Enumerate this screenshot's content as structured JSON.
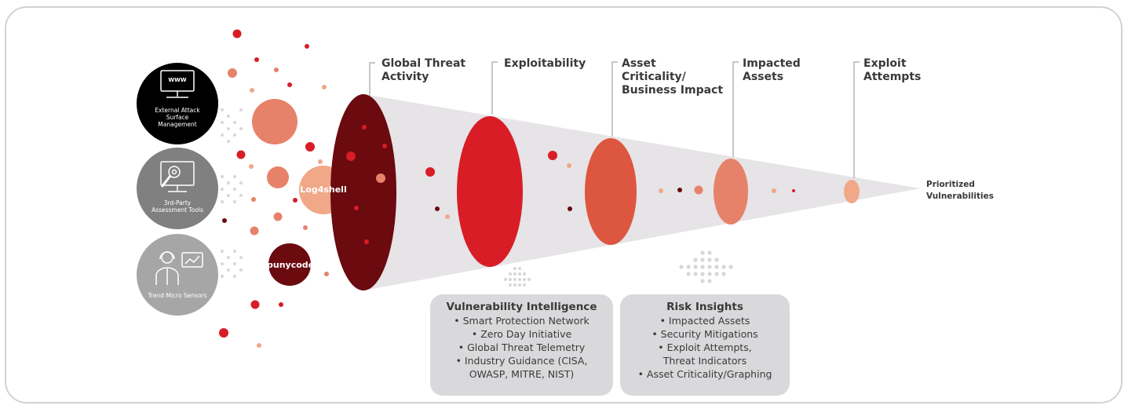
{
  "sources": [
    {
      "label": "External Attack Surface Management",
      "icon": "monitor-www-icon",
      "screen_text": "WWW"
    },
    {
      "label": "3rd-Party Assessment Tools",
      "icon": "biohazard-scan-monitor-icon"
    },
    {
      "label": "Trend Micro Sensors",
      "icon": "analyst-headset-chart-icon"
    }
  ],
  "bubbles": {
    "log4shell": "Log4shell",
    "punycode": "punycode"
  },
  "stages": [
    {
      "label": "Global Threat Activity"
    },
    {
      "label": "Exploitability"
    },
    {
      "label": "Asset Criticality/ Business Impact"
    },
    {
      "label": "Impacted Assets"
    },
    {
      "label": "Exploit Attempts"
    }
  ],
  "result": "Prioritized Vulnerabilities",
  "intel_box": {
    "title": "Vulnerability Intelligence",
    "items": [
      "Smart Protection Network",
      "Zero Day Initiative",
      "Global Threat Telemetry",
      "Industry Guidance (CISA, OWASP, MITRE, NIST)"
    ]
  },
  "risk_box": {
    "title": "Risk Insights",
    "items": [
      "Impacted Assets",
      "Security Mitigations",
      "Exploit Attempts, Threat Indicators",
      "Asset Criticality/Graphing"
    ]
  },
  "colors": {
    "dark_red": "#6b0a0f",
    "red": "#d81d27",
    "orange_red": "#dd5640",
    "salmon": "#e7826a",
    "peach": "#f0a888",
    "funnel": "#e6e4e6",
    "source_black": "#000000",
    "source_gray": "#808080",
    "source_light_gray": "#a6a6a6",
    "box_gray": "#d9d9db"
  }
}
